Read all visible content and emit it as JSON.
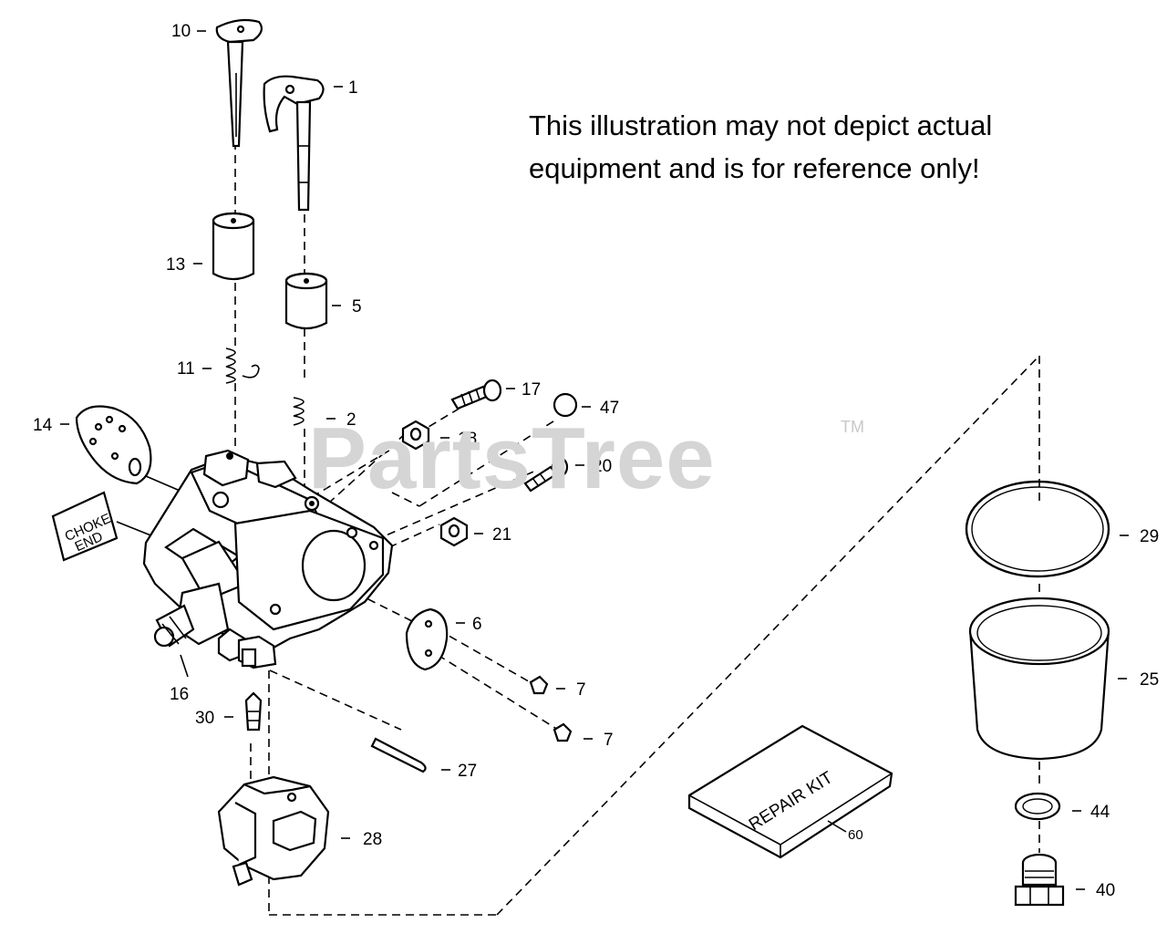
{
  "note": {
    "line1": "This illustration may not depict actual",
    "line2": "equipment and is for reference only!"
  },
  "watermark": {
    "text": "PartsTree",
    "trademark": "TM"
  },
  "labels": {
    "p1": "1",
    "p2": "2",
    "p5": "5",
    "p6": "6",
    "p7a": "7",
    "p7b": "7",
    "p10": "10",
    "p11": "11",
    "p13": "13",
    "p14": "14",
    "p16": "16",
    "p17": "17",
    "p18": "18",
    "p20": "20",
    "p21": "21",
    "p25": "25",
    "p27": "27",
    "p28": "28",
    "p29": "29",
    "p30": "30",
    "p40": "40",
    "p44": "44",
    "p47": "47",
    "p60": "60"
  },
  "choke_tag": {
    "line1": "CHOKE",
    "line2": "END"
  },
  "repair_kit": {
    "text": "REPAIR KIT"
  },
  "colors": {
    "line": "#000000",
    "background": "#ffffff",
    "watermark": "#d5d5d5"
  }
}
